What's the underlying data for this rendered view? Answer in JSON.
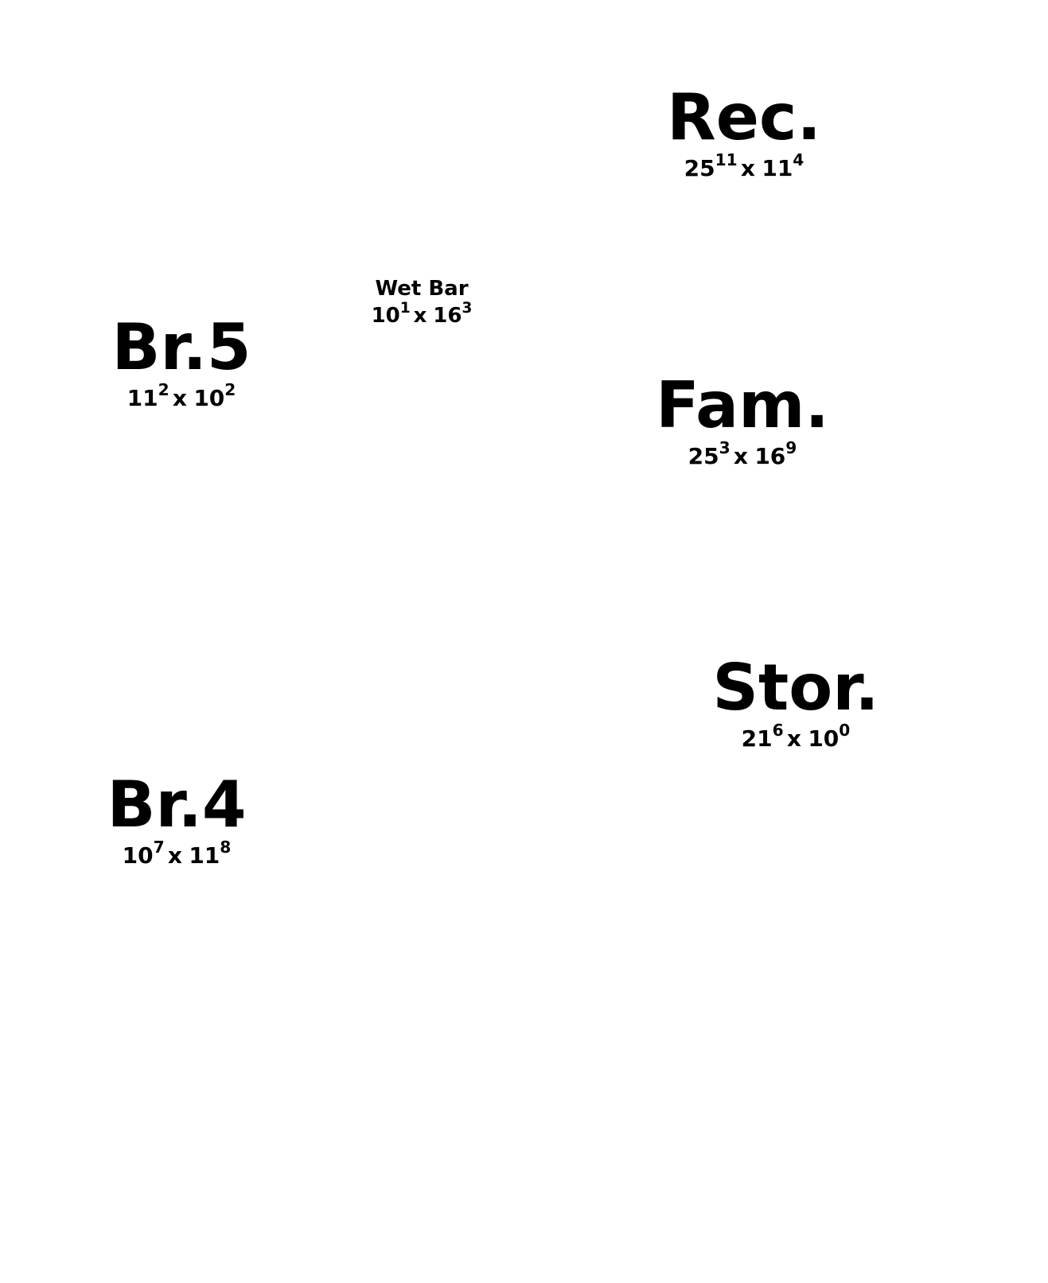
{
  "rooms": [
    {
      "id": "rec",
      "name": "Rec.",
      "w_ft": "25",
      "w_in": "11",
      "h_ft": "11",
      "h_in": "4"
    },
    {
      "id": "wet-bar",
      "name": "Wet Bar",
      "w_ft": "10",
      "w_in": "1",
      "h_ft": "16",
      "h_in": "3"
    },
    {
      "id": "br5",
      "name": "Br.5",
      "w_ft": "11",
      "w_in": "2",
      "h_ft": "10",
      "h_in": "2"
    },
    {
      "id": "fam",
      "name": "Fam.",
      "w_ft": "25",
      "w_in": "3",
      "h_ft": "16",
      "h_in": "9"
    },
    {
      "id": "stor",
      "name": "Stor.",
      "w_ft": "21",
      "w_in": "6",
      "h_ft": "10",
      "h_in": "0"
    },
    {
      "id": "br4",
      "name": "Br.4",
      "w_ft": "10",
      "w_in": "7",
      "h_ft": "11",
      "h_in": "8"
    }
  ],
  "separator": "x"
}
